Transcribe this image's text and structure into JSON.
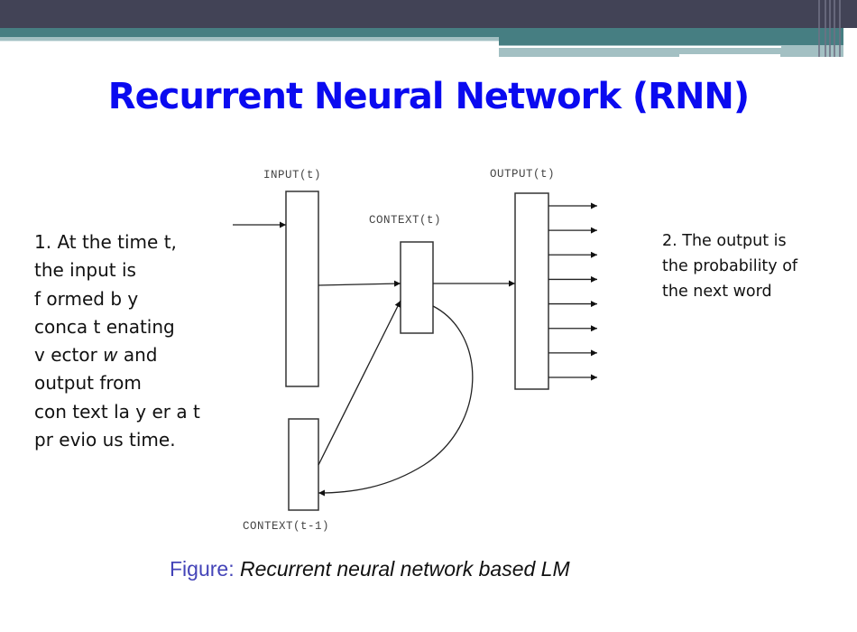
{
  "slide": {
    "title": "Recurrent Neural Network (RNN)",
    "colors": {
      "title": "#0a0af0",
      "header_dark": "#424356",
      "header_teal": "#467e82",
      "header_light_teal": "#a3c0c3",
      "caption_prefix": "#4444b8"
    }
  },
  "notes": {
    "left_lines": [
      "1. At the time t,",
      "the input is",
      "f ormed b y",
      "conca t enating",
      "v ector ",
      "output from",
      "con text la y er a t",
      "pr evio us time."
    ],
    "left_vector_italic": "w",
    "left_vector_suffix": " and",
    "right_lines": [
      "2. The output is",
      "the probability of",
      "the next word"
    ]
  },
  "diagram": {
    "labels": {
      "input": "INPUT(t)",
      "output": "OUTPUT(t)",
      "context_t": "CONTEXT(t)",
      "context_t_minus_1": "CONTEXT(t-1)"
    },
    "output_arrow_count": 8
  },
  "caption": {
    "prefix": "Figure:",
    "text": "Recurrent neural network based LM"
  }
}
